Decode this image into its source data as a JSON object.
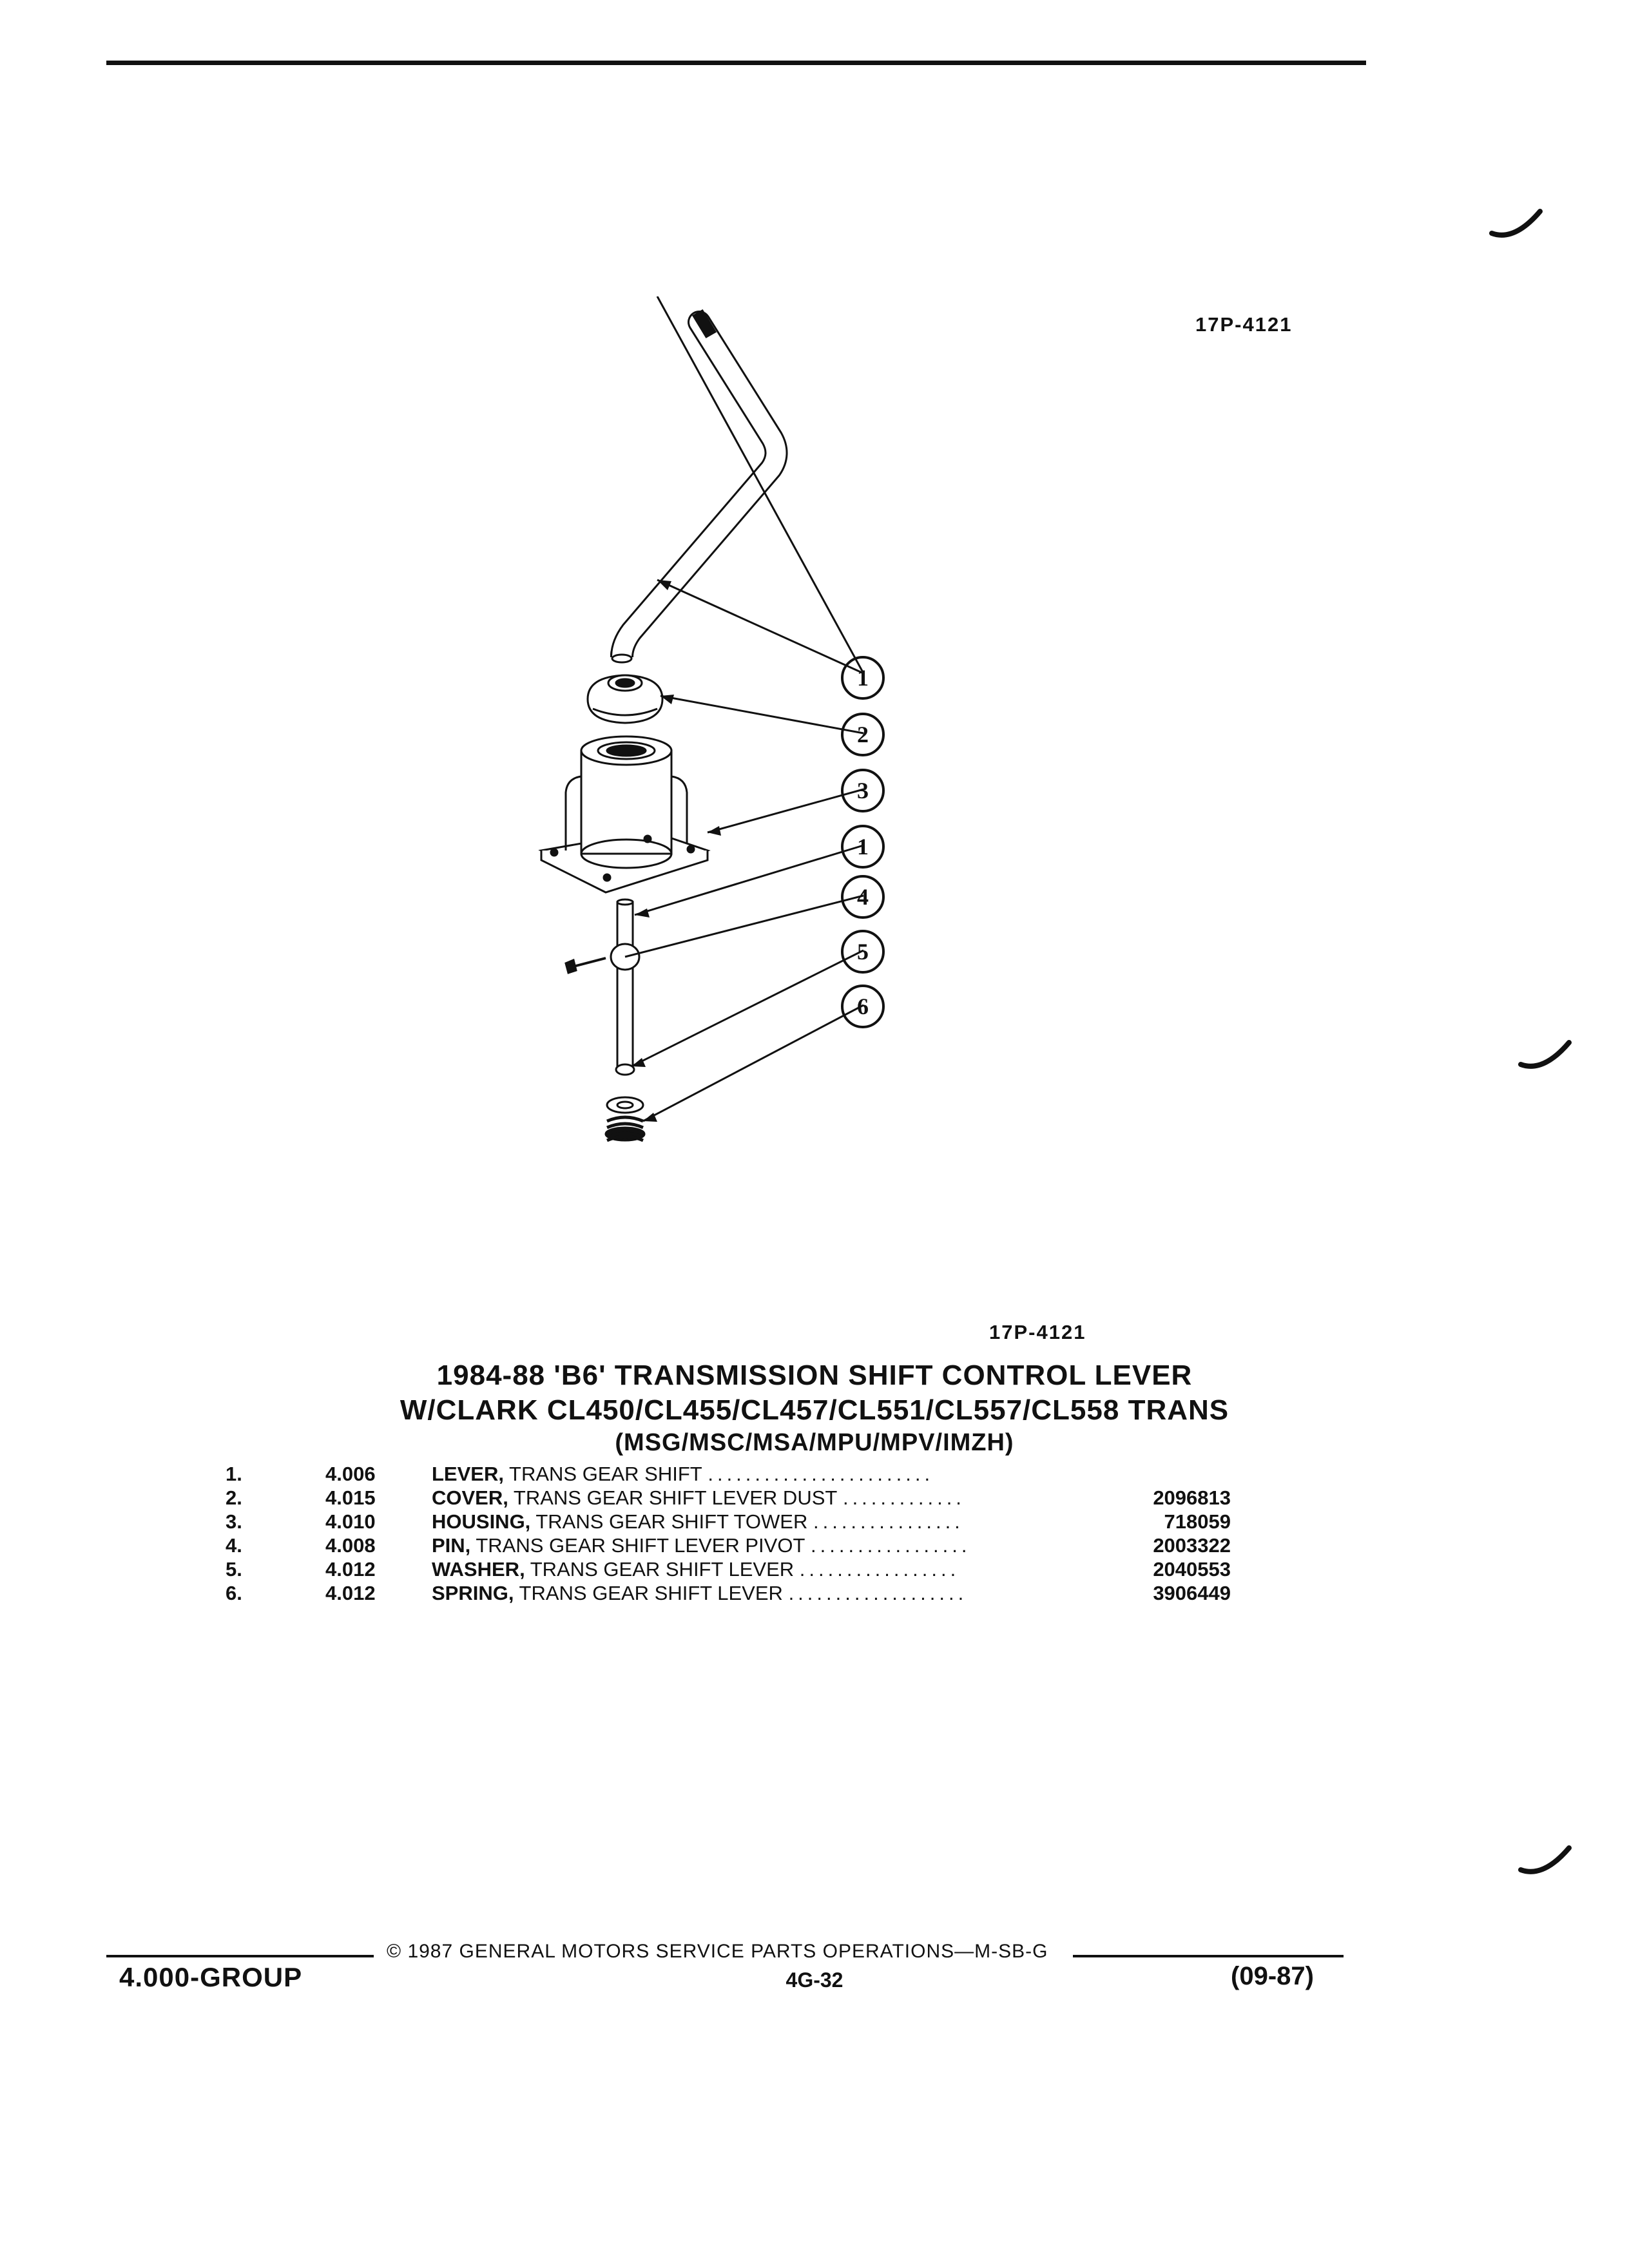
{
  "header": {
    "ref_top": "17P-4121"
  },
  "diagram": {
    "callouts": [
      "1",
      "2",
      "3",
      "1",
      "4",
      "5",
      "6"
    ]
  },
  "caption": {
    "ref_bottom": "17P-4121",
    "title_line1": "1984-88 'B6' TRANSMISSION SHIFT CONTROL LEVER",
    "title_line2": "W/CLARK CL450/CL455/CL457/CL551/CL557/CL558 TRANS",
    "title_line3": "(MSG/MSC/MSA/MPU/MPV/IMZH)"
  },
  "parts": [
    {
      "num": "1.",
      "group": "4.006",
      "name": "LEVER,",
      "desc": " TRANS GEAR SHIFT",
      "part": ""
    },
    {
      "num": "2.",
      "group": "4.015",
      "name": "COVER,",
      "desc": " TRANS GEAR SHIFT LEVER DUST",
      "part": "2096813"
    },
    {
      "num": "3.",
      "group": "4.010",
      "name": "HOUSING,",
      "desc": " TRANS GEAR SHIFT TOWER",
      "part": "718059"
    },
    {
      "num": "4.",
      "group": "4.008",
      "name": "PIN,",
      "desc": " TRANS GEAR SHIFT LEVER PIVOT",
      "part": "2003322"
    },
    {
      "num": "5.",
      "group": "4.012",
      "name": "WASHER,",
      "desc": " TRANS GEAR SHIFT LEVER",
      "part": "2040553"
    },
    {
      "num": "6.",
      "group": "4.012",
      "name": "SPRING,",
      "desc": " TRANS GEAR SHIFT LEVER",
      "part": "3906449"
    }
  ],
  "footer": {
    "copyright": "© 1987 GENERAL MOTORS SERVICE PARTS OPERATIONS—M-SB-G",
    "group": "4.000-GROUP",
    "page": "4G-32",
    "date": "(09-87)"
  }
}
